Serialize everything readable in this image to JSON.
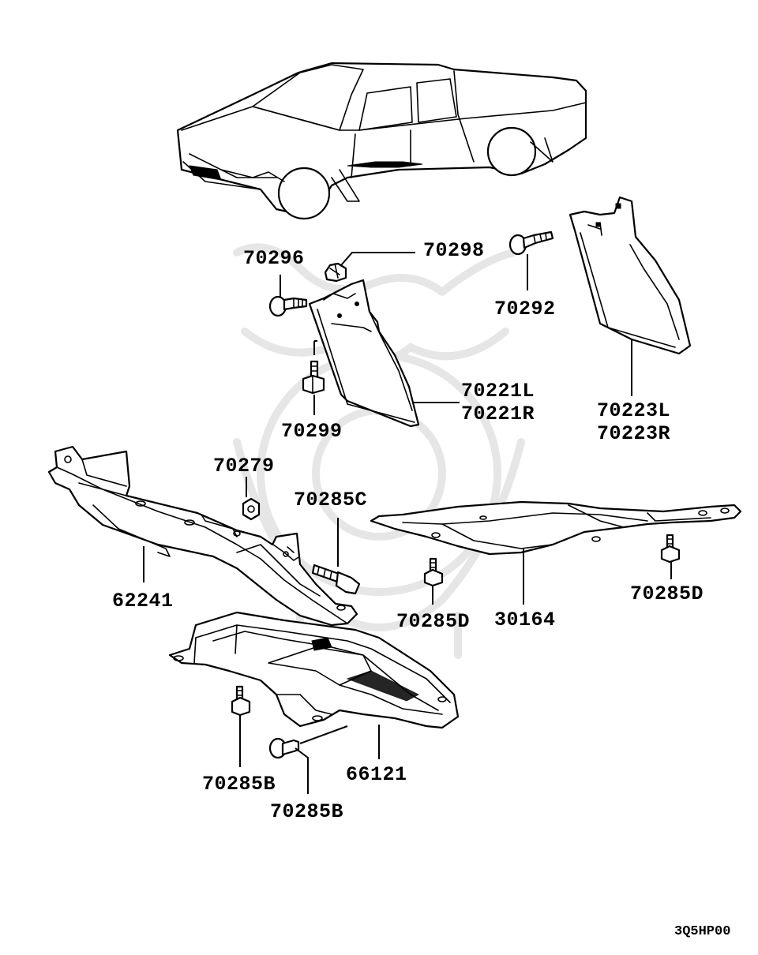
{
  "diagram": {
    "labels": {
      "p70296": "70296",
      "p70298": "70298",
      "p70292": "70292",
      "p70299": "70299",
      "p70221": "70221L",
      "p70221r": "70221R",
      "p70223": "70223L",
      "p70223r": "70223R",
      "p70279": "70279",
      "p70285c": "70285C",
      "p62241": "62241",
      "p70285d_a": "70285D",
      "p30164": "30164",
      "p70285d_b": "70285D",
      "p66121": "66121",
      "p70285b_a": "70285B",
      "p70285b_b": "70285B"
    },
    "diagram_code": "3Q5HP00"
  }
}
